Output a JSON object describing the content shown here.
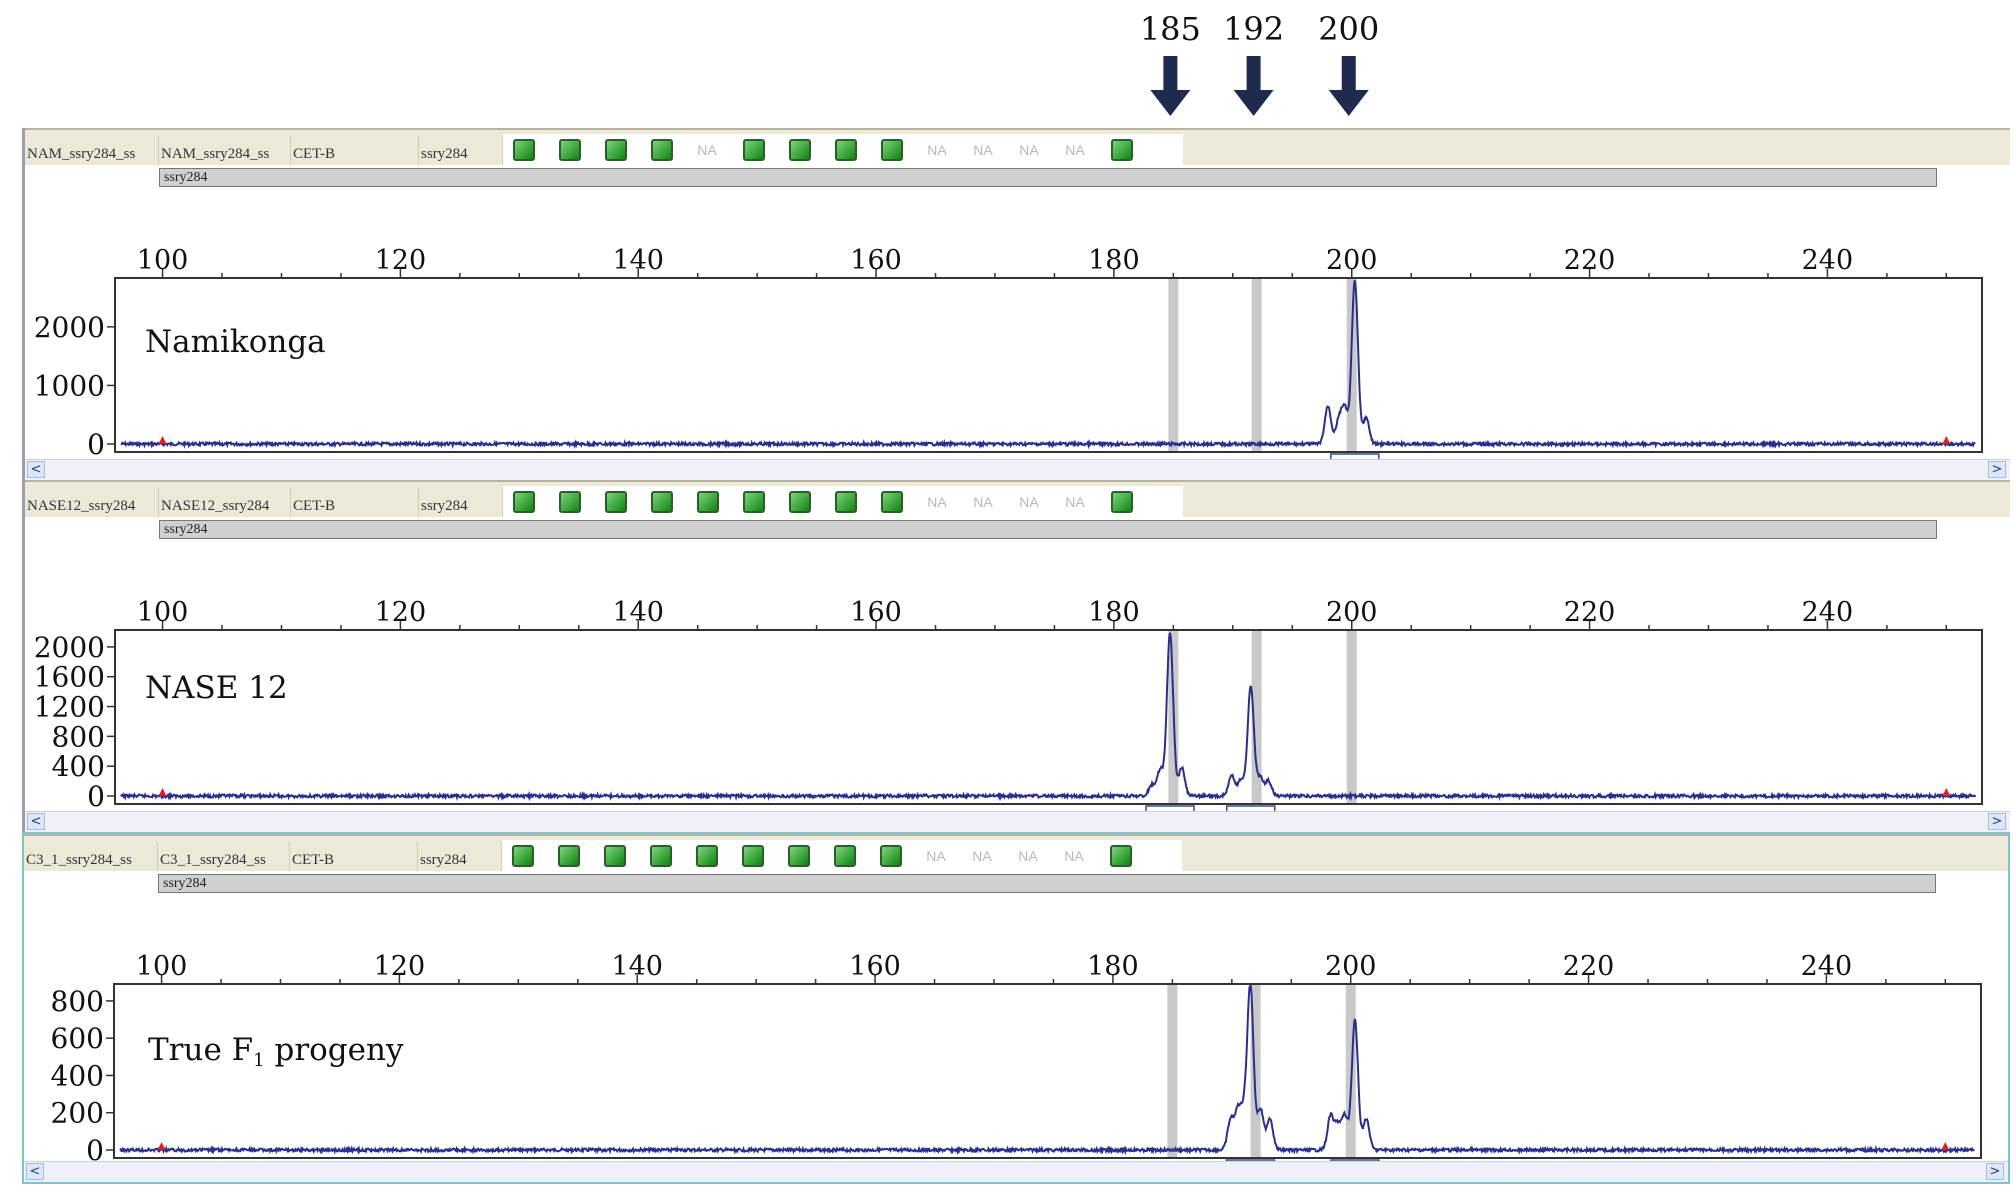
{
  "arrows": [
    {
      "label": "185",
      "x": 185
    },
    {
      "label": "192",
      "x": 192
    },
    {
      "label": "200",
      "x": 200
    }
  ],
  "panels": [
    {
      "header_cells": [
        "NAM_ssry284_ss",
        "NAM_ssry284_ss",
        "CET-B",
        "ssry284"
      ],
      "status": [
        "ok",
        "ok",
        "ok",
        "ok",
        "na",
        "ok",
        "ok",
        "ok",
        "ok",
        "na",
        "na",
        "na",
        "na",
        "ok"
      ],
      "na_label": "NA",
      "bin_label": "ssry284",
      "sample_label": "Namikonga",
      "label_sub": "",
      "label_suffix": "",
      "scroll_left": "<",
      "scroll_right": ">"
    },
    {
      "header_cells": [
        "NASE12_ssry284",
        "NASE12_ssry284",
        "CET-B",
        "ssry284"
      ],
      "status": [
        "ok",
        "ok",
        "ok",
        "ok",
        "ok",
        "ok",
        "ok",
        "ok",
        "ok",
        "na",
        "na",
        "na",
        "na",
        "ok"
      ],
      "na_label": "NA",
      "bin_label": "ssry284",
      "sample_label": "NASE 12",
      "label_sub": "",
      "label_suffix": "",
      "scroll_left": "<",
      "scroll_right": ">"
    },
    {
      "header_cells": [
        "C3_1_ssry284_ss",
        "C3_1_ssry284_ss",
        "CET-B",
        "ssry284"
      ],
      "status": [
        "ok",
        "ok",
        "ok",
        "ok",
        "ok",
        "ok",
        "ok",
        "ok",
        "ok",
        "na",
        "na",
        "na",
        "na",
        "ok"
      ],
      "na_label": "NA",
      "bin_label": "ssry284",
      "sample_label": "True F",
      "label_sub": "1",
      "label_suffix": " progeny",
      "scroll_left": "<",
      "scroll_right": ">"
    }
  ],
  "chart_data": [
    {
      "type": "line",
      "title": "",
      "xlabel": "",
      "ylabel": "",
      "xlim": [
        96,
        253
      ],
      "ylim": [
        0,
        2800
      ],
      "xticks": [
        100,
        120,
        140,
        160,
        180,
        200,
        220,
        240
      ],
      "yticks": [
        0,
        1000,
        2000
      ],
      "bins": [
        185,
        192,
        200
      ],
      "ladder_markers": [
        100,
        250
      ],
      "peaks": [
        {
          "x": 198.0,
          "y": 650
        },
        {
          "x": 198.9,
          "y": 380
        },
        {
          "x": 199.4,
          "y": 600
        },
        {
          "x": 200.26,
          "y": 2800
        },
        {
          "x": 201.2,
          "y": 450
        }
      ],
      "peak_labels": [
        {
          "x": 200.26,
          "allele": "200",
          "size": "200.26"
        }
      ]
    },
    {
      "type": "line",
      "title": "",
      "xlabel": "",
      "ylabel": "",
      "xlim": [
        96,
        253
      ],
      "ylim": [
        0,
        2200
      ],
      "xticks": [
        100,
        120,
        140,
        160,
        180,
        200,
        220,
        240
      ],
      "yticks": [
        0,
        400,
        800,
        1200,
        1600,
        2000
      ],
      "bins": [
        185,
        192,
        200
      ],
      "ladder_markers": [
        100,
        250
      ],
      "peaks": [
        {
          "x": 183.2,
          "y": 150
        },
        {
          "x": 183.9,
          "y": 350
        },
        {
          "x": 184.72,
          "y": 2200
        },
        {
          "x": 185.7,
          "y": 380
        },
        {
          "x": 189.9,
          "y": 280
        },
        {
          "x": 190.7,
          "y": 220
        },
        {
          "x": 191.51,
          "y": 1480
        },
        {
          "x": 192.3,
          "y": 250
        },
        {
          "x": 193.0,
          "y": 200
        }
      ],
      "peak_labels": [
        {
          "x": 184.72,
          "allele": "185",
          "size": "184.72"
        },
        {
          "x": 191.51,
          "allele": "192",
          "size": "191.51"
        }
      ]
    },
    {
      "type": "line",
      "title": "",
      "xlabel": "",
      "ylabel": "",
      "xlim": [
        96,
        253
      ],
      "ylim": [
        0,
        880
      ],
      "xticks": [
        100,
        120,
        140,
        160,
        180,
        200,
        220,
        240
      ],
      "yticks": [
        0,
        200,
        400,
        600,
        800
      ],
      "bins": [
        185,
        192,
        200
      ],
      "ladder_markers": [
        100,
        250
      ],
      "peaks": [
        {
          "x": 189.9,
          "y": 160
        },
        {
          "x": 190.5,
          "y": 200
        },
        {
          "x": 191.0,
          "y": 180
        },
        {
          "x": 191.56,
          "y": 880
        },
        {
          "x": 192.4,
          "y": 220
        },
        {
          "x": 193.2,
          "y": 170
        },
        {
          "x": 198.3,
          "y": 180
        },
        {
          "x": 198.9,
          "y": 130
        },
        {
          "x": 199.5,
          "y": 180
        },
        {
          "x": 200.35,
          "y": 700
        },
        {
          "x": 201.3,
          "y": 170
        }
      ],
      "peak_labels": [
        {
          "x": 191.56,
          "allele": "192",
          "size": "191.56"
        },
        {
          "x": 200.35,
          "allele": "200",
          "size": "200.35"
        }
      ]
    }
  ],
  "colors": {
    "trace": "#2a2f8a",
    "bin": "#c9c9c9",
    "arrow": "#1f2a4f",
    "marker": "#e02020"
  }
}
